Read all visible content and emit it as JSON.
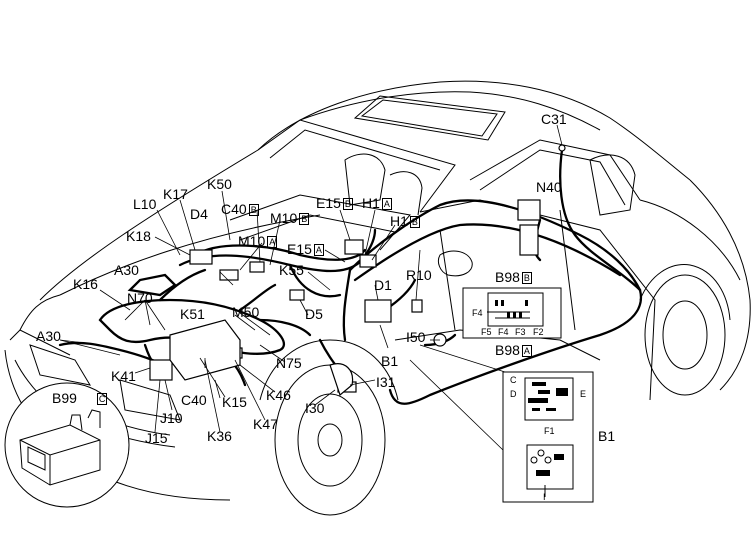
{
  "callouts": {
    "c31": "C31",
    "n40": "N40",
    "k50": "K50",
    "k17": "K17",
    "l10": "L10",
    "d4": "D4",
    "c40b": {
      "code": "C40",
      "suffix": "B"
    },
    "m10b": {
      "code": "M10",
      "suffix": "B"
    },
    "m10a": {
      "code": "M10",
      "suffix": "A"
    },
    "e15b": {
      "code": "E15",
      "suffix": "B"
    },
    "h1a": {
      "code": "H1",
      "suffix": "A"
    },
    "h1b": {
      "code": "H1",
      "suffix": "B"
    },
    "e15a": {
      "code": "E15",
      "suffix": "A"
    },
    "k18": "K18",
    "a30_top": "A30",
    "k55": "K55",
    "r10": "R10",
    "b98b": {
      "code": "B98",
      "suffix": "B"
    },
    "k16": "K16",
    "n70": "N70",
    "d1": "D1",
    "k51": "K51",
    "m50": "M50",
    "d5": "D5",
    "a30_left": "A30",
    "i50": "I50",
    "b98a": {
      "code": "B98",
      "suffix": "A"
    },
    "b1_center": "B1",
    "n75": "N75",
    "k41": "K41",
    "i31": "I31",
    "b99": "B99",
    "b99_suffix": "C",
    "c40": "C40",
    "k46": "K46",
    "k15": "K15",
    "i30": "I30",
    "j10": "J10",
    "k47": "K47",
    "k36": "K36",
    "j15": "J15",
    "b1_right": "B1"
  },
  "fusebox_labels": {
    "f4_side": "F4",
    "f5": "F5",
    "f4": "F4",
    "f3": "F3",
    "f2": "F2"
  },
  "relaybox_labels": {
    "c": "C",
    "d": "D",
    "e": "E",
    "f1": "F1",
    "i": "I"
  }
}
